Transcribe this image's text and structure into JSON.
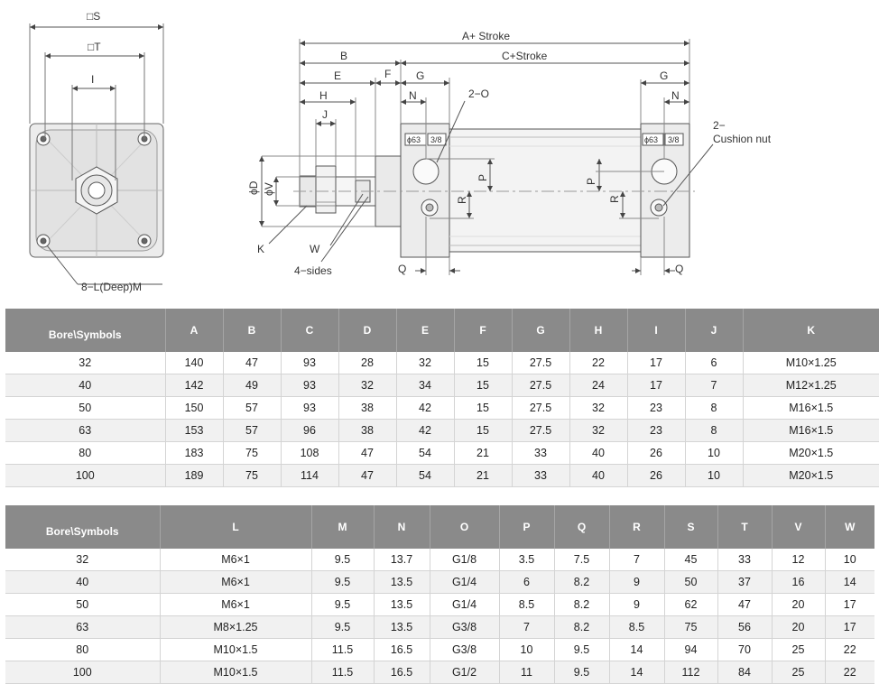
{
  "drawing": {
    "labels": {
      "S": "□S",
      "T": "□T",
      "I": "I",
      "L8": "8−L(Deep)M",
      "A": "A+ Stroke",
      "B": "B",
      "C": "C+Stroke",
      "E": "E",
      "F": "F",
      "G1": "G",
      "G2": "G",
      "H": "H",
      "J": "J",
      "N1": "N",
      "N2": "N",
      "O": "2−O",
      "cushion1": "2−",
      "cushion2": "Cushion nut",
      "D": "ϕD",
      "V": "ϕV",
      "K": "K",
      "W": "W",
      "sides": "4−sides",
      "Q1": "Q",
      "Q2": "Q",
      "P1": "P",
      "P2": "P",
      "R1": "R",
      "R2": "R",
      "bore1": "ϕ63",
      "port1": "3/8",
      "bore2": "ϕ63",
      "port2": "3/8"
    }
  },
  "table1": {
    "headers": [
      "Bore\\Symbols",
      "A",
      "B",
      "C",
      "D",
      "E",
      "F",
      "G",
      "H",
      "I",
      "J",
      "K"
    ],
    "rows": [
      [
        "32",
        "140",
        "47",
        "93",
        "28",
        "32",
        "15",
        "27.5",
        "22",
        "17",
        "6",
        "M10×1.25"
      ],
      [
        "40",
        "142",
        "49",
        "93",
        "32",
        "34",
        "15",
        "27.5",
        "24",
        "17",
        "7",
        "M12×1.25"
      ],
      [
        "50",
        "150",
        "57",
        "93",
        "38",
        "42",
        "15",
        "27.5",
        "32",
        "23",
        "8",
        "M16×1.5"
      ],
      [
        "63",
        "153",
        "57",
        "96",
        "38",
        "42",
        "15",
        "27.5",
        "32",
        "23",
        "8",
        "M16×1.5"
      ],
      [
        "80",
        "183",
        "75",
        "108",
        "47",
        "54",
        "21",
        "33",
        "40",
        "26",
        "10",
        "M20×1.5"
      ],
      [
        "100",
        "189",
        "75",
        "114",
        "47",
        "54",
        "21",
        "33",
        "40",
        "26",
        "10",
        "M20×1.5"
      ]
    ]
  },
  "table2": {
    "headers": [
      "Bore\\Symbols",
      "L",
      "M",
      "N",
      "O",
      "P",
      "Q",
      "R",
      "S",
      "T",
      "V",
      "W"
    ],
    "rows": [
      [
        "32",
        "M6×1",
        "9.5",
        "13.7",
        "G1/8",
        "3.5",
        "7.5",
        "7",
        "45",
        "33",
        "12",
        "10"
      ],
      [
        "40",
        "M6×1",
        "9.5",
        "13.5",
        "G1/4",
        "6",
        "8.2",
        "9",
        "50",
        "37",
        "16",
        "14"
      ],
      [
        "50",
        "M6×1",
        "9.5",
        "13.5",
        "G1/4",
        "8.5",
        "8.2",
        "9",
        "62",
        "47",
        "20",
        "17"
      ],
      [
        "63",
        "M8×1.25",
        "9.5",
        "13.5",
        "G3/8",
        "7",
        "8.2",
        "8.5",
        "75",
        "56",
        "20",
        "17"
      ],
      [
        "80",
        "M10×1.5",
        "11.5",
        "16.5",
        "G3/8",
        "10",
        "9.5",
        "14",
        "94",
        "70",
        "25",
        "22"
      ],
      [
        "100",
        "M10×1.5",
        "11.5",
        "16.5",
        "G1/2",
        "11",
        "9.5",
        "14",
        "112",
        "84",
        "25",
        "22"
      ]
    ]
  }
}
